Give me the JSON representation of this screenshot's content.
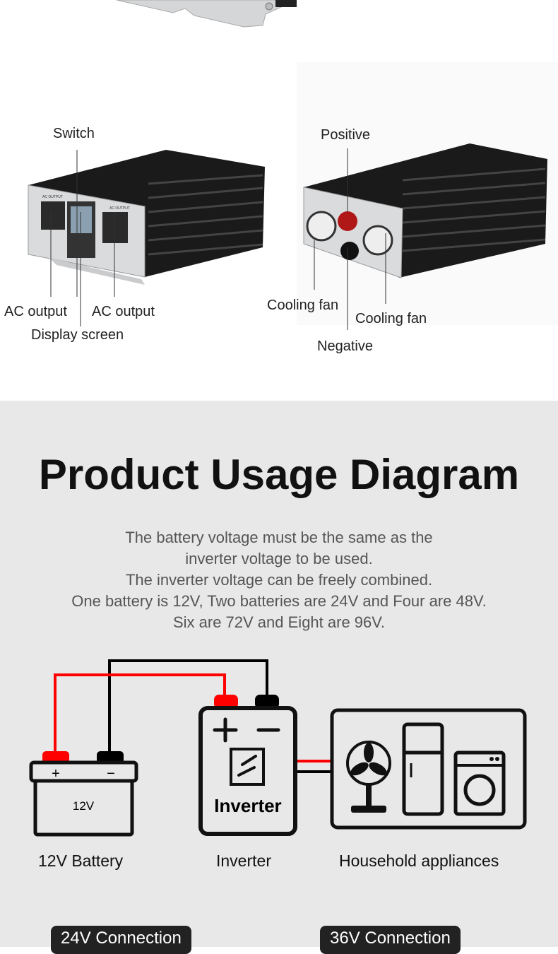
{
  "photo_labels": {
    "switch": "Switch",
    "ac_output_left": "AC output",
    "ac_output_right": "AC output",
    "display_screen": "Display screen",
    "positive": "Positive",
    "cooling_fan_left": "Cooling fan",
    "cooling_fan_right": "Cooling fan",
    "negative": "Negative",
    "panel_text": "AC OUTPUT"
  },
  "usage": {
    "title": "Product Usage Diagram",
    "description": [
      "The battery voltage must be the same as the",
      "inverter voltage to be used.",
      "The inverter voltage can be freely combined.",
      "One battery is 12V, Two batteries are 24V and Four are 48V.",
      "Six are 72V and Eight are 96V."
    ]
  },
  "diagram": {
    "battery_voltage": "12V",
    "battery_plus": "+",
    "battery_minus": "−",
    "inverter_box_label": "Inverter",
    "captions": {
      "battery": "12V Battery",
      "inverter": "Inverter",
      "appliances": "Household appliances"
    },
    "colors": {
      "positive": "#ff0000",
      "negative": "#000000"
    }
  },
  "connections": [
    "24V Connection",
    "36V Connection"
  ]
}
